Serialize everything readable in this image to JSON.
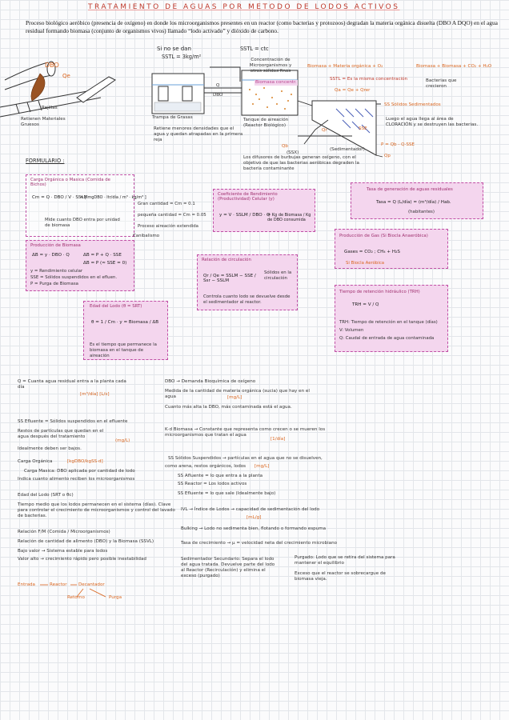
{
  "title": "TRATAMIENTO DE AGUAS POR METODO DE LODOS ACTIVOS",
  "intro": "Proceso biológico aeróbico (presencia de oxígeno) en donde los microorganismos presentes en un reactor (como bacterias y protozoos) degradan la materia orgánica disuelta (DBO A DQO) en el agua residual formando biomasa (conjunto de organismos vivos) llamado “lodo activado” y dióxido de carbono.",
  "diagram": {
    "dbo": "DBO",
    "qe": "Qe",
    "rejillas": "Rejillas",
    "retienen": "Retienen Materiales Gruesos",
    "trampa": "Trampa de Grasas",
    "trampa_note": "Retiene menores densidades que el agua y quedan atrapadas en la primera reja",
    "si_no_se_dan": "Si no se dan",
    "sstl": "SSTL = 3kg/m²",
    "sstl_ctc": "SSTL = ctc",
    "micro_box": "Concentración de Microorganismos y otros sólidos finos",
    "biomasa_concentr": "Biomasa concentr.",
    "tanque": "Tanque de aireación (Reactor Biológico)",
    "difusores": "Los difusores de burbujas generan oxígeno, con el objetivo de que las bacterias aeróbicas degraden la bacteria contaminante",
    "sedimentador": "(Sedimentador)",
    "reaction": "Biomasa + Materia orgánica + O₂",
    "products": "Biomasa + Biomasa + CO₂ + H₂O",
    "bacteria_note": "Bacterias que crecieron",
    "sstl_note": "SSTL = Es la misma concentración",
    "qa_qe": "Qa = Qe + Qrer",
    "ss_sed": "SS Sólidos Sedimentados",
    "cloracion": "Luego el agua llega al área de CLORACIÓN y se destruyen las bacterias.",
    "p_eq": "P = Qb - Q·SSE",
    "qr": "Qr",
    "qp": "Qp",
    "qb": "Qb",
    "sse": "SSE",
    "q_label": "Q",
    "dbo_small": "DBO",
    "ssx": "(SSX)"
  },
  "formulario": "FORMULARIO :",
  "boxes": {
    "carga": {
      "title": "Carga Orgánica o Masica (Comida de Bichos)",
      "formula": "Cm = Q · DBO / V · SSLM",
      "units": "= [ mgDBO · ltr/día / m³ · kg/m³ ]",
      "note": "Mide cuanto DBO entra por unidad de biomasa",
      "grande": "Gran cantidad = Cm = 0.1",
      "pequena": "pequeña cantidad = Cm = 0.05",
      "proceso": "Proceso aireación extendida",
      "canibalismo": "Canibalismo"
    },
    "rendimiento": {
      "title": "Coeficiente de Rendimiento (Productividad) Celular (y)",
      "formula": "y = V · SSLM / DBO · Q",
      "units": "= Kg de Biomasa / Kg de DBO consumida"
    },
    "generacion": {
      "title": "Tasa de generación de aguas residuales",
      "formula": "Tasa = Q (L/día) = (m³/día) / Hab.",
      "units": "(habitantes)"
    },
    "produccion": {
      "title": "Producción de Biomasa",
      "f1": "ΔB = y · DBO · Q",
      "f2": "ΔB = P + Q · SSE",
      "f3": "ΔB = P (≈ SSE = 0)",
      "legend1": "y = Rendimiento celular",
      "legend2": "SSE = Sólidos suspendidos en el efluen.",
      "legend3": "P = Purga de Biomasa"
    },
    "recirculacion": {
      "title": "Relación de circulación",
      "formula": "Qr / Qe = SSLM − SSE / Ssr − SSLM",
      "sol": "Sólidos en la circulación",
      "note": "Controla cuanto lodo se devuelve desde el sedimentador al reactor."
    },
    "gas": {
      "title": "Producción de Gas (Si Biocla Anaeróbica)",
      "formula": "Gases = CO₂ ; CH₄ + H₂S",
      "note": "Si Biocla Aeróbica"
    },
    "edad": {
      "title": "Edad del Lodo (θ = SRT)",
      "formula": "θ = 1 / Cm · y = Biomasa / ΔB",
      "note": "Es el tiempo que permanece la biomasa en el tanque de aireación"
    },
    "trh": {
      "title": "Tiempo de retención hidráulico (TRH)",
      "formula": "TRH = V / Q",
      "l1": "TRH: Tiempo de retención en el tanque (días)",
      "l2": "V: Volumen",
      "l3": "Q: Caudal de entrada de agua contaminada"
    }
  },
  "glossary": {
    "q_def": "Q = Cuanta agua residual entra a la planta cada día",
    "q_units": "[m³/día] [L/s]",
    "dbo_def": "DBO → Demanda Bioquímica de oxígeno",
    "dbo_def2": "Medida de la cantidad de materia orgánica (sucia) que hay en el agua",
    "dbo_units": "[mg/L]",
    "dbo_def3": "Cuanto más alta la DBO, más contaminada está el agua.",
    "sse_def": "SS Efluente = Sólidos suspendidos en el efluente",
    "sse_def2": "Restos de partículas que quedan en el agua después del tratamiento",
    "sse_units": "(mg/L)",
    "sse_def3": "Idealmente deben ser bajos.",
    "kd_def": "K·d Biomasa → Constante que representa como crecen o se mueren los microorganismos que tratan el agua",
    "kd_units": "[1/día]",
    "carga_def": "Carga Orgánica",
    "carga_units": "[kgDBO/kgSS·d]",
    "carga_def2": "Carga Masica: DBO aplicada por cantidad de lodo",
    "carga_def3": "Indica cuanto alimento reciben los microorganismos",
    "sss_def": "SS Sólidos Suspendidos → partículas en el agua que no se disuelven,",
    "sss_def2": "como arena, restos orgánicos, lodos",
    "sss_units": "[mg/L]",
    "ss_afl": "SS Afluente = lo que entra a la planta",
    "ss_reac": "SS Reactor = Los lodos activos",
    "ss_efl": "SS Efluente = lo que sale (Idealmente bajo)",
    "edad_def": "Edad del Lodo (SRT o θc)",
    "edad_def2": "Tiempo medio que los lodos permanecen en el sistema (días). Clave para controlar el crecimiento de microorganismos y control del lavado de bacterias.",
    "ivl_def": "IVL → Índice de Lodos → capacidad de sedimentación del lodo",
    "ivl_units": "[mL/g]",
    "fm_def": "Relación F/M (Comida / Microorganismos)",
    "fm_def2": "Relación de cantidad de alimento (DBO) y la Biomasa (SSVL)",
    "fm_def3": "Bajo valor → Sistema estable para lodos",
    "fm_def4": "Valor alto → crecimiento rápido pero posible inestabilidad",
    "bulking": "Bulking → Lodo no sedimenta bien, flotando o formando espuma",
    "tasa_crec": "Tasa de crecimiento → μ = velocidad neta del crecimiento microbiano",
    "sed_sec": "Sedimentador Secundario: Separa el lodo del agua tratada. Devuelve parte del lodo al Reactor (Recirculación) y elimina el exceso (purgado)",
    "purgado": "Purgado: Lodo que se retira del sistema para mantener el equilibrio",
    "purgado2": "Exceso que el reactor se sobrecargue de biomasa vieja.",
    "flow1": "Entrada",
    "flow2": "Reactor",
    "flow3": "Decantador",
    "flow4": "Retorno",
    "flow5": "Purga"
  }
}
